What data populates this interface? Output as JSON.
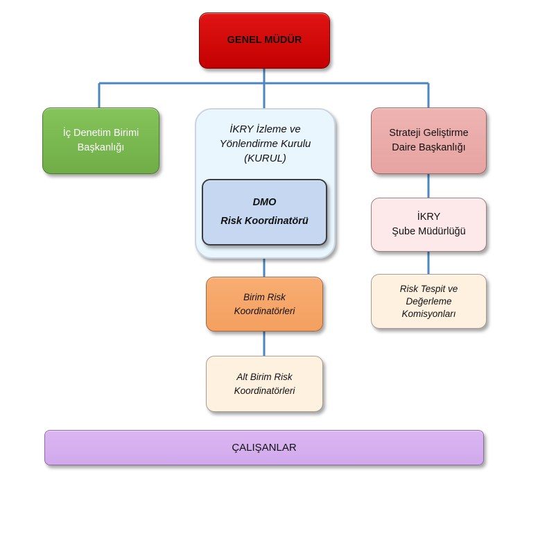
{
  "nodes": {
    "genel_mudur": "GENEL MÜDÜR",
    "ic_denetim": [
      "İç Denetim Birimi",
      "Başkanlığı"
    ],
    "kurul": [
      "İKRY İzleme ve",
      "Yönlendirme Kurulu",
      "(KURUL)"
    ],
    "dmo": [
      "DMO",
      "Risk Koordinatörü"
    ],
    "strateji": [
      "Strateji Geliştirme",
      "Daire Başkanlığı"
    ],
    "ikry_sube": [
      "İKRY",
      "Şube Müdürlüğü"
    ],
    "risk_tespit": [
      "Risk Tespit ve",
      "Değerleme",
      "Komisyonları"
    ],
    "birim_risk": [
      "Birim Risk",
      "Koordinatörleri"
    ],
    "alt_birim_risk": [
      "Alt Birim Risk",
      "Koordinatörleri"
    ],
    "calisanlar": "ÇALIŞANLAR"
  },
  "colors": {
    "connector": "#4a86c0",
    "genel_mudur": "#c00000",
    "ic_denetim": "#70ad47",
    "kurul": "#eaf6fe",
    "dmo": "#c5d7f1",
    "strateji": "#e6a3a1",
    "ikry_sube": "#fde9ea",
    "risk_tespit": "#fff1e0",
    "birim_risk": "#f4a060",
    "alt_birim_risk": "#fff1e0",
    "calisanlar": "#d1a9ec"
  }
}
